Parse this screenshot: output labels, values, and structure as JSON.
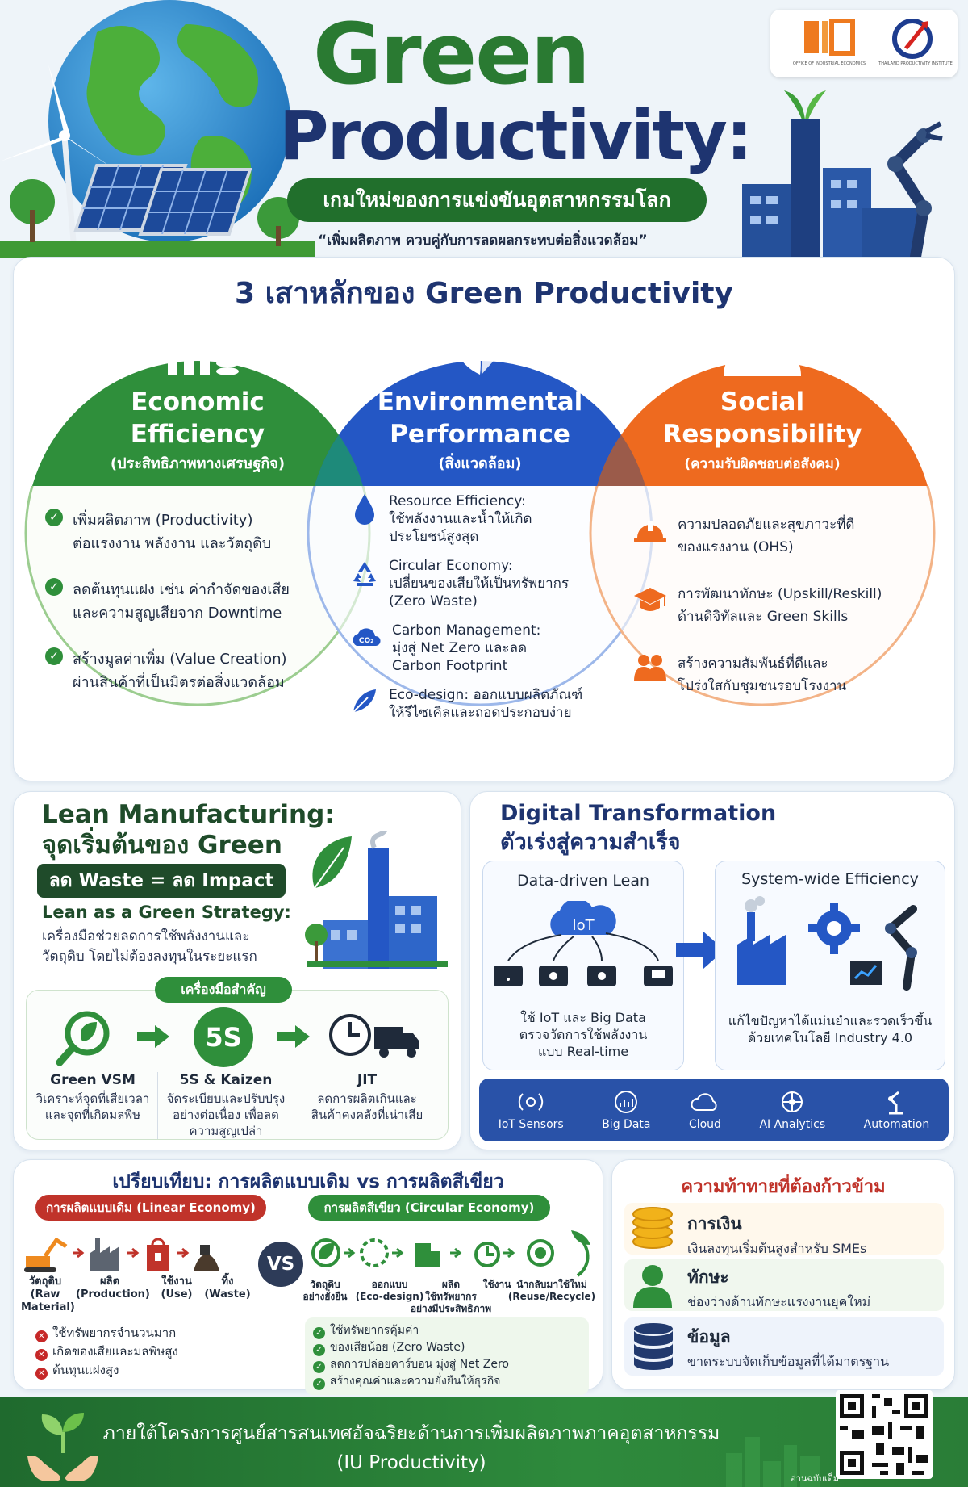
{
  "header": {
    "title_line1": "Green",
    "title_line2": "Productivity:",
    "subtitle": "เกมใหม่ของการแข่งขันอุตสาหกรรมโลก",
    "quote": "“เพิ่มผลิตภาพ ควบคู่กับการลดผลกระทบต่อสิ่งแวดล้อม”",
    "logo1_small": "OFFICE OF INDUSTRIAL ECONOMICS",
    "logo2_small": "THAILAND PRODUCTIVITY INSTITUTE"
  },
  "pillars": {
    "heading": "3 เสาหลักของ Green Productivity",
    "economic": {
      "title1": "Economic",
      "title2": "Efficiency",
      "subtitle": "(ประสิทธิภาพทางเศรษฐกิจ)",
      "items": [
        {
          "l1": "เพิ่มผลิตภาพ (Productivity)",
          "l2": "ต่อแรงงาน พลังงาน และวัตถุดิบ"
        },
        {
          "l1": "ลดต้นทุนแฝง เช่น ค่ากำจัดของเสีย",
          "l2": "และความสูญเสียจาก Downtime"
        },
        {
          "l1": "สร้างมูลค่าเพิ่ม (Value Creation)",
          "l2": "ผ่านสินค้าที่เป็นมิตรต่อสิ่งแวดล้อม"
        }
      ]
    },
    "environmental": {
      "title1": "Environmental",
      "title2": "Performance",
      "subtitle": "(สิ่งแวดล้อม)",
      "items": [
        {
          "l1": "Resource Efficiency:",
          "l2": "ใช้พลังงานและน้ำให้เกิด",
          "l3": "ประโยชน์สูงสุด"
        },
        {
          "l1": "Circular Economy:",
          "l2": "เปลี่ยนของเสียให้เป็นทรัพยากร",
          "l3": "(Zero Waste)"
        },
        {
          "l1": "Carbon Management:",
          "l2": "มุ่งสู่ Net Zero และลด",
          "l3": "Carbon Footprint"
        },
        {
          "l1": "Eco-design: ออกแบบผลิตภัณฑ์",
          "l2": "ให้รีไซเคิลและถอดประกอบง่าย",
          "l3": ""
        }
      ],
      "co2_label": "CO₂"
    },
    "social": {
      "title1": "Social",
      "title2": "Responsibility",
      "subtitle": "(ความรับผิดชอบต่อสังคม)",
      "items": [
        {
          "l1": "ความปลอดภัยและสุขภาวะที่ดี",
          "l2": "ของแรงงาน (OHS)"
        },
        {
          "l1": "การพัฒนาทักษะ (Upskill/Reskill)",
          "l2": "ด้านดิจิทัลและ Green Skills"
        },
        {
          "l1": "สร้างความสัมพันธ์ที่ดีและ",
          "l2": "โปร่งใสกับชุมชนรอบโรงงาน"
        }
      ]
    }
  },
  "lean": {
    "title1": "Lean Manufacturing:",
    "title2": "จุดเริ่มต้นของ Green",
    "banner": "ลด Waste = ลด Impact",
    "strategy_title": "Lean as a Green Strategy:",
    "strategy_l1": "เครื่องมือช่วยลดการใช้พลังงานและ",
    "strategy_l2": "วัตถุดิบ โดยไม่ต้องลงทุนในระยะแรก",
    "tools_chip": "เครื่องมือสำคัญ",
    "tools": [
      {
        "name": "Green VSM",
        "d1": "วิเคราะห์จุดที่เสียเวลา",
        "d2": "และจุดที่เกิดมลพิษ",
        "d3": ""
      },
      {
        "name": "5S & Kaizen",
        "d1": "จัดระเบียบและปรับปรุง",
        "d2": "อย่างต่อเนื่อง เพื่อลด",
        "d3": "ความสูญเปล่า"
      },
      {
        "name": "JIT",
        "d1": "ลดการผลิตเกินและ",
        "d2": "สินค้าคงคลังที่เน่าเสีย",
        "d3": ""
      }
    ],
    "fives_label": "5S"
  },
  "digital": {
    "title1": "Digital Transformation",
    "title2": "ตัวเร่งสู่ความสำเร็จ",
    "left_title": "Data-driven Lean",
    "iot_label": "IoT",
    "left_l1": "ใช้ IoT และ Big Data",
    "left_l2": "ตรวจวัดการใช้พลังงาน",
    "left_l3": "แบบ Real-time",
    "right_title": "System-wide Efficiency",
    "right_l1": "แก้ไขปัญหาได้แม่นยำและรวดเร็วขึ้น",
    "right_l2": "ด้วยเทคโนโลยี Industry 4.0",
    "tech": [
      "IoT Sensors",
      "Big Data",
      "Cloud",
      "AI Analytics",
      "Automation"
    ]
  },
  "compare": {
    "title": "เปรียบเทียบ: การผลิตแบบเดิม vs การผลิตสีเขียว",
    "linear_chip": "การผลิตแบบเดิม (Linear Economy)",
    "circular_chip": "การผลิตสีเขียว (Circular Economy)",
    "vs": "VS",
    "linear_steps": [
      {
        "l1": "วัตถุดิบ",
        "l2": "(Raw",
        "l3": "Material)"
      },
      {
        "l1": "ผลิต",
        "l2": "(Production)",
        "l3": ""
      },
      {
        "l1": "ใช้งาน",
        "l2": "(Use)",
        "l3": ""
      },
      {
        "l1": "ทิ้ง",
        "l2": "(Waste)",
        "l3": ""
      }
    ],
    "circular_steps": [
      {
        "l1": "วัตถุดิบ",
        "l2": "อย่างยั่งยืน"
      },
      {
        "l1": "ออกแบบ",
        "l2": "(Eco-design)"
      },
      {
        "l1": "ผลิต",
        "l2": "ใช้ทรัพยากร",
        "l3": "อย่างมีประสิทธิภาพ"
      },
      {
        "l1": "ใช้งาน",
        "l2": ""
      },
      {
        "l1": "นำกลับมาใช้ใหม่",
        "l2": "(Reuse/Recycle)"
      }
    ],
    "linear_cons": [
      "ใช้ทรัพยากรจำนวนมาก",
      "เกิดของเสียและมลพิษสูง",
      "ต้นทุนแฝงสูง"
    ],
    "circular_pros": [
      "ใช้ทรัพยากรคุ้มค่า",
      "ของเสียน้อย (Zero Waste)",
      "ลดการปล่อยคาร์บอน มุ่งสู่ Net Zero",
      "สร้างคุณค่าและความยั่งยืนให้ธุรกิจ"
    ]
  },
  "challenges": {
    "title": "ความท้าทายที่ต้องก้าวข้าม",
    "items": [
      {
        "name": "การเงิน",
        "desc": "เงินลงทุนเริ่มต้นสูงสำหรับ SMEs"
      },
      {
        "name": "ทักษะ",
        "desc": "ช่องว่างด้านทักษะแรงงานยุคใหม่"
      },
      {
        "name": "ข้อมูล",
        "desc": "ขาดระบบจัดเก็บข้อมูลที่ได้มาตรฐาน"
      }
    ]
  },
  "footer": {
    "line1": "ภายใต้โครงการศูนย์สารสนเทศอัจฉริยะด้านการเพิ่มผลิตภาพภาคอุตสาหกรรม",
    "line2": "(IU Productivity)",
    "qr_caption": "อ่านฉบับเต็ม"
  },
  "colors": {
    "green": "#2f8f3b",
    "blue": "#2457c5",
    "orange": "#ee6a1f",
    "navy": "#223a6e"
  }
}
